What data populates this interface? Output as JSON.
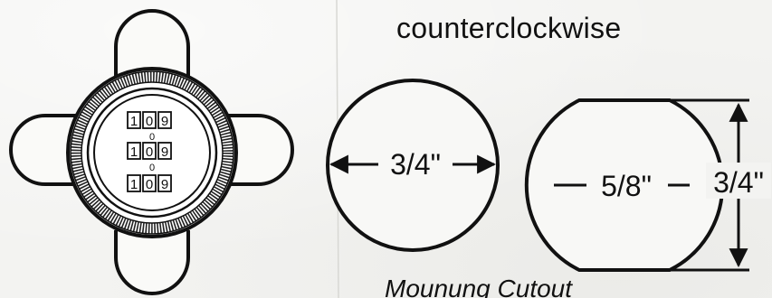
{
  "header": {
    "caption": "counterclockwise"
  },
  "lock": {
    "dials": [
      {
        "digits": [
          "1",
          "0",
          "9"
        ]
      },
      {
        "digits": [
          "1",
          "0",
          "9"
        ]
      },
      {
        "digits": [
          "1",
          "0",
          "9"
        ]
      }
    ],
    "separators": [
      "0",
      "0"
    ]
  },
  "round_cutout": {
    "dimension_label": "3/4\""
  },
  "d_cutout": {
    "width_label": "5/8\"",
    "height_label": "3/4\""
  },
  "footer": {
    "label": "Mounung Cutout"
  },
  "colors": {
    "ink": "#111111",
    "paper": "#f3f3f1"
  }
}
